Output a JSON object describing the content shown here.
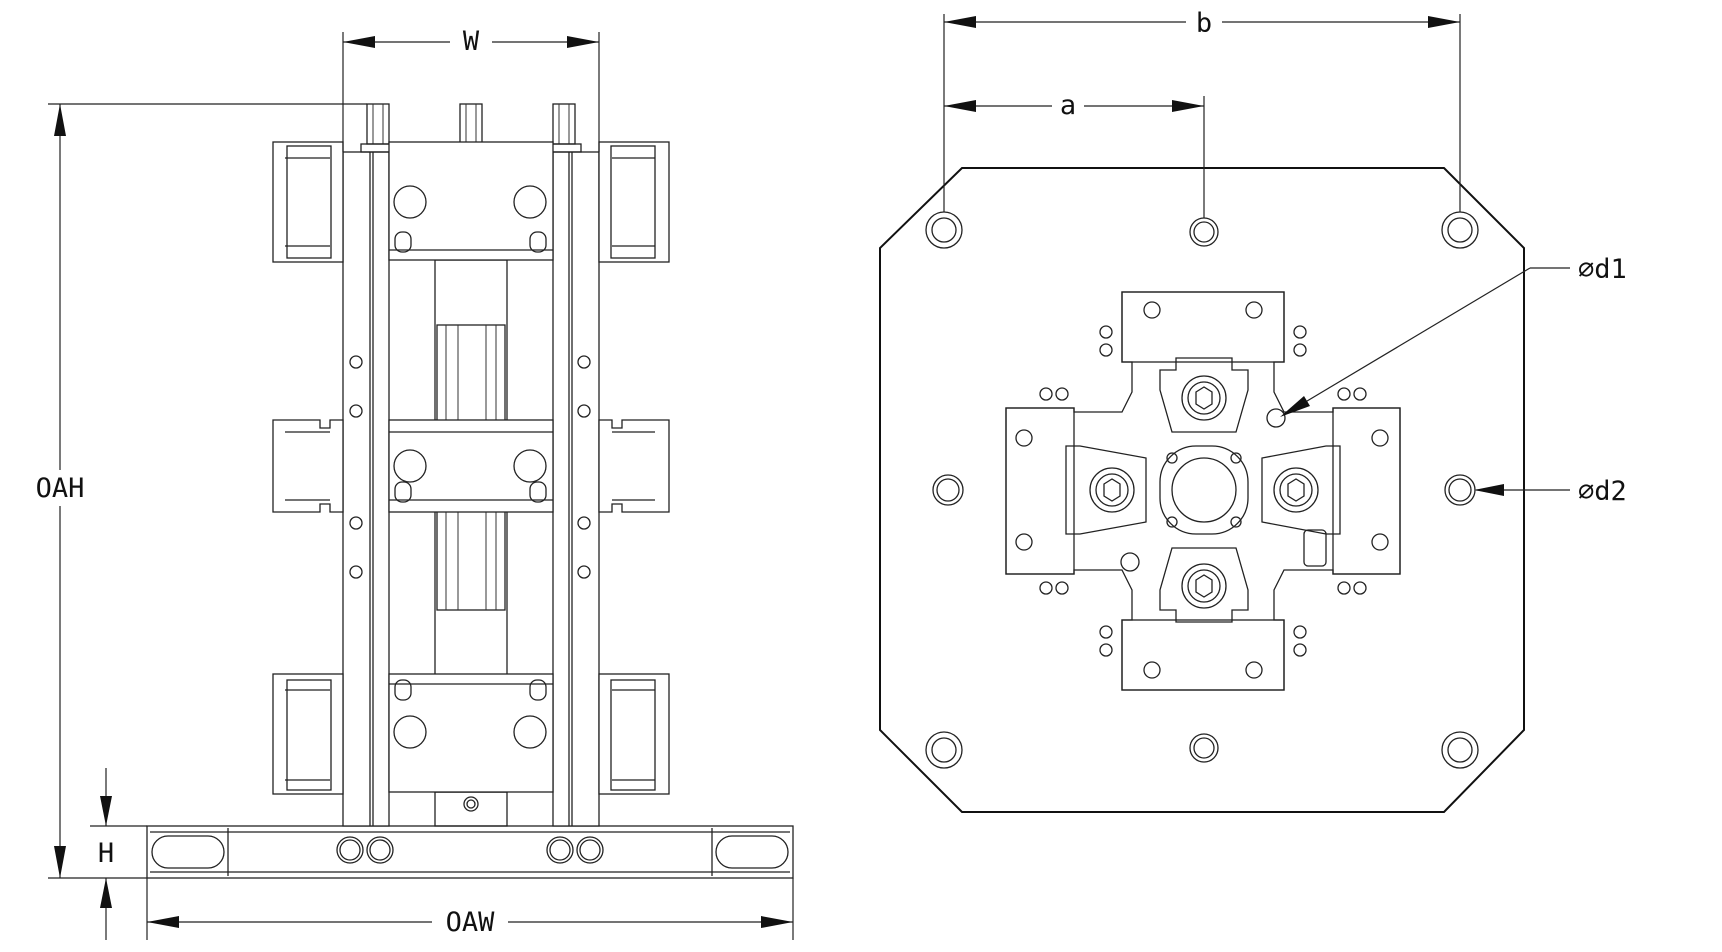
{
  "drawing": {
    "front_view": {
      "labels": {
        "width": "W",
        "overall_height": "OAH",
        "base_height": "H",
        "overall_width": "OAW"
      }
    },
    "top_view": {
      "labels": {
        "hole_spacing_a": "a",
        "hole_spacing_b": "b",
        "hole_diameter_1": "∅d1",
        "hole_diameter_2": "∅d2"
      }
    }
  }
}
